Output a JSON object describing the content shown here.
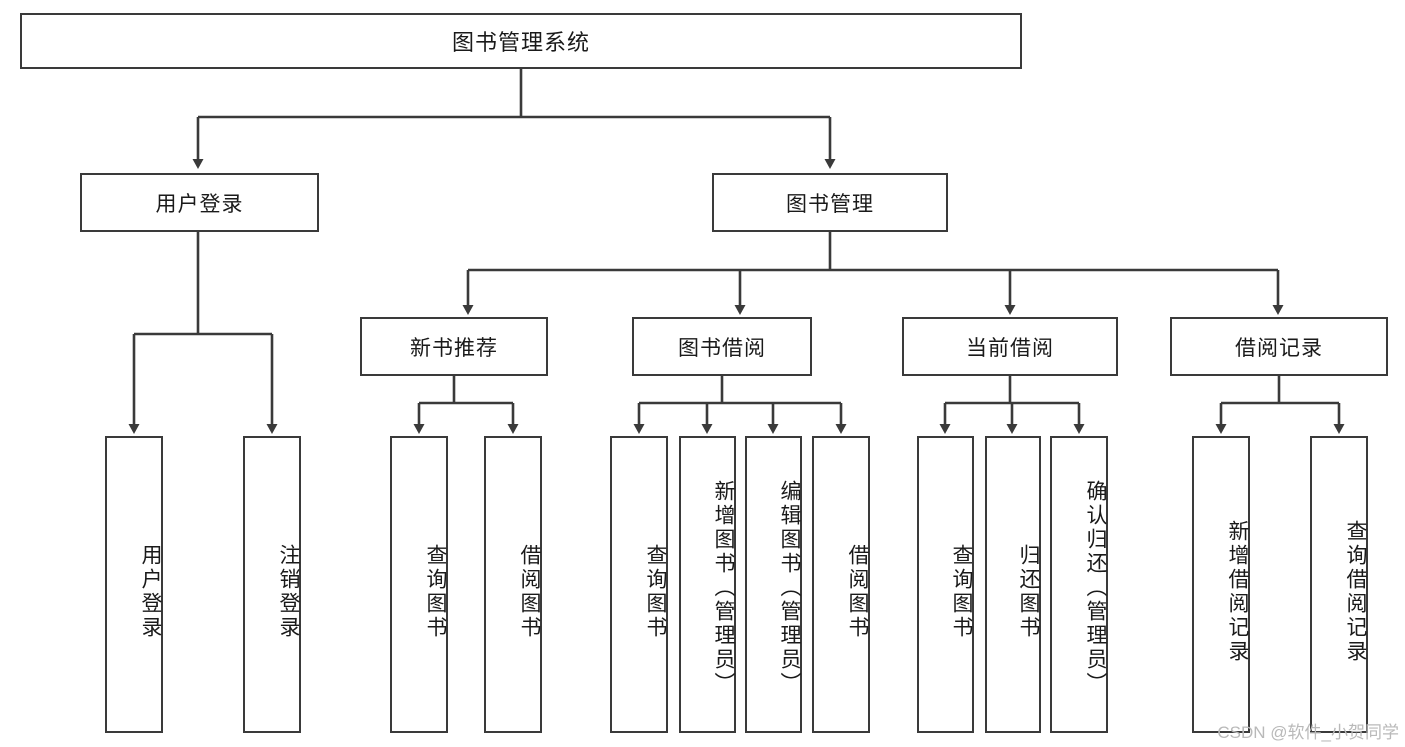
{
  "diagram": {
    "type": "tree",
    "title": "图书管理系统",
    "root": {
      "label": "图书管理系统"
    },
    "level2": [
      {
        "label": "用户登录"
      },
      {
        "label": "图书管理"
      }
    ],
    "level3": [
      {
        "label": "新书推荐"
      },
      {
        "label": "图书借阅"
      },
      {
        "label": "当前借阅"
      },
      {
        "label": "借阅记录"
      }
    ],
    "leaves_login": [
      {
        "label": "用户登录"
      },
      {
        "label": "注销登录"
      }
    ],
    "leaves_newbook": [
      {
        "label": "查询图书"
      },
      {
        "label": "借阅图书"
      }
    ],
    "leaves_borrow": [
      {
        "label": "查询图书"
      },
      {
        "label": "新增图书（管理员）"
      },
      {
        "label": "编辑图书（管理员）"
      },
      {
        "label": "借阅图书"
      }
    ],
    "leaves_current": [
      {
        "label": "查询图书"
      },
      {
        "label": "归还图书"
      },
      {
        "label": "确认归还（管理员）"
      }
    ],
    "leaves_record": [
      {
        "label": "新增借阅记录"
      },
      {
        "label": "查询借阅记录"
      }
    ]
  },
  "watermark": {
    "text": "CSDN @软件_小贺同学"
  },
  "colors": {
    "stroke": "#3a3a3a",
    "fill": "#ffffff",
    "text": "#1a1a1a",
    "watermark": "#b9b9b9"
  }
}
